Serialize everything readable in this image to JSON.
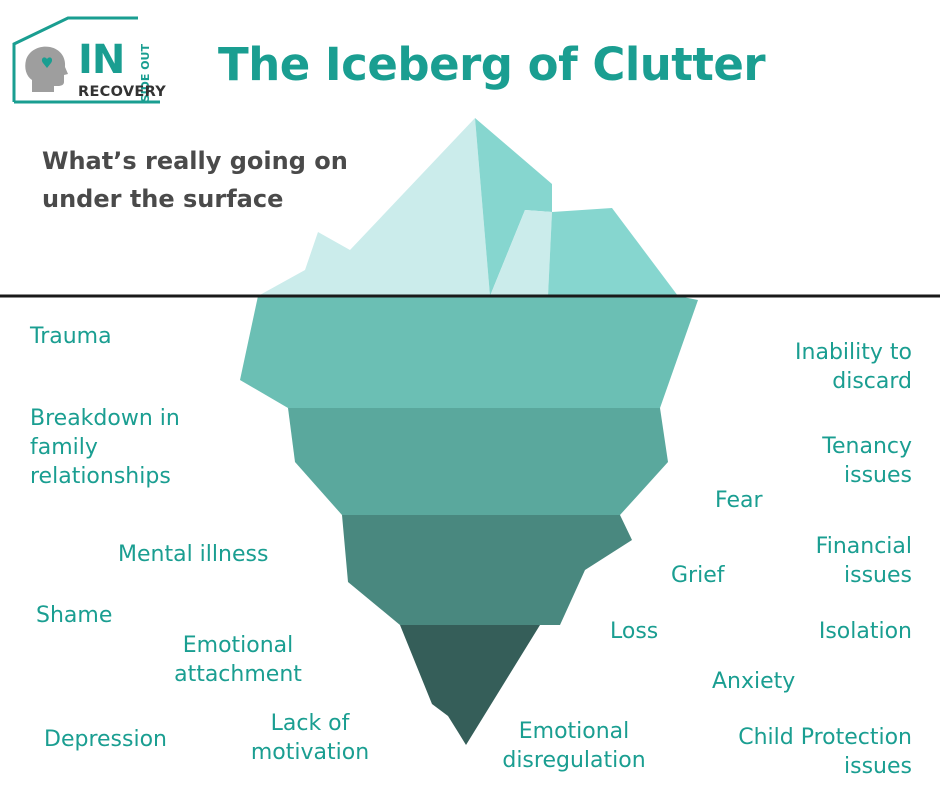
{
  "logo": {
    "in": "IN",
    "side_out": "SIDE OUT",
    "recovery": "RECOVERY"
  },
  "title": "The Iceberg of Clutter",
  "subtitle": "What’s really going on under the surface",
  "colors": {
    "accent": "#1a9e91",
    "ice_light": "#cbeceb",
    "ice_mid": "#86d6cf",
    "layer1": "#6bbfb4",
    "layer2": "#5aa89d",
    "layer3": "#49887f",
    "layer4": "#355e59"
  },
  "labels": {
    "trauma": "Trauma",
    "breakdown": "Breakdown in family relationships",
    "mental_illness": "Mental illness",
    "shame": "Shame",
    "emotional_attachment": "Emotional attachment",
    "depression": "Depression",
    "lack_of_motivation": "Lack of motivation",
    "emotional_disregulation": "Emotional disregulation",
    "inability_to_discard": "Inability to discard",
    "tenancy_issues": "Tenancy issues",
    "fear": "Fear",
    "financial_issues": "Financial issues",
    "grief": "Grief",
    "loss": "Loss",
    "isolation": "Isolation",
    "anxiety": "Anxiety",
    "child_protection_issues": "Child Protection issues"
  }
}
